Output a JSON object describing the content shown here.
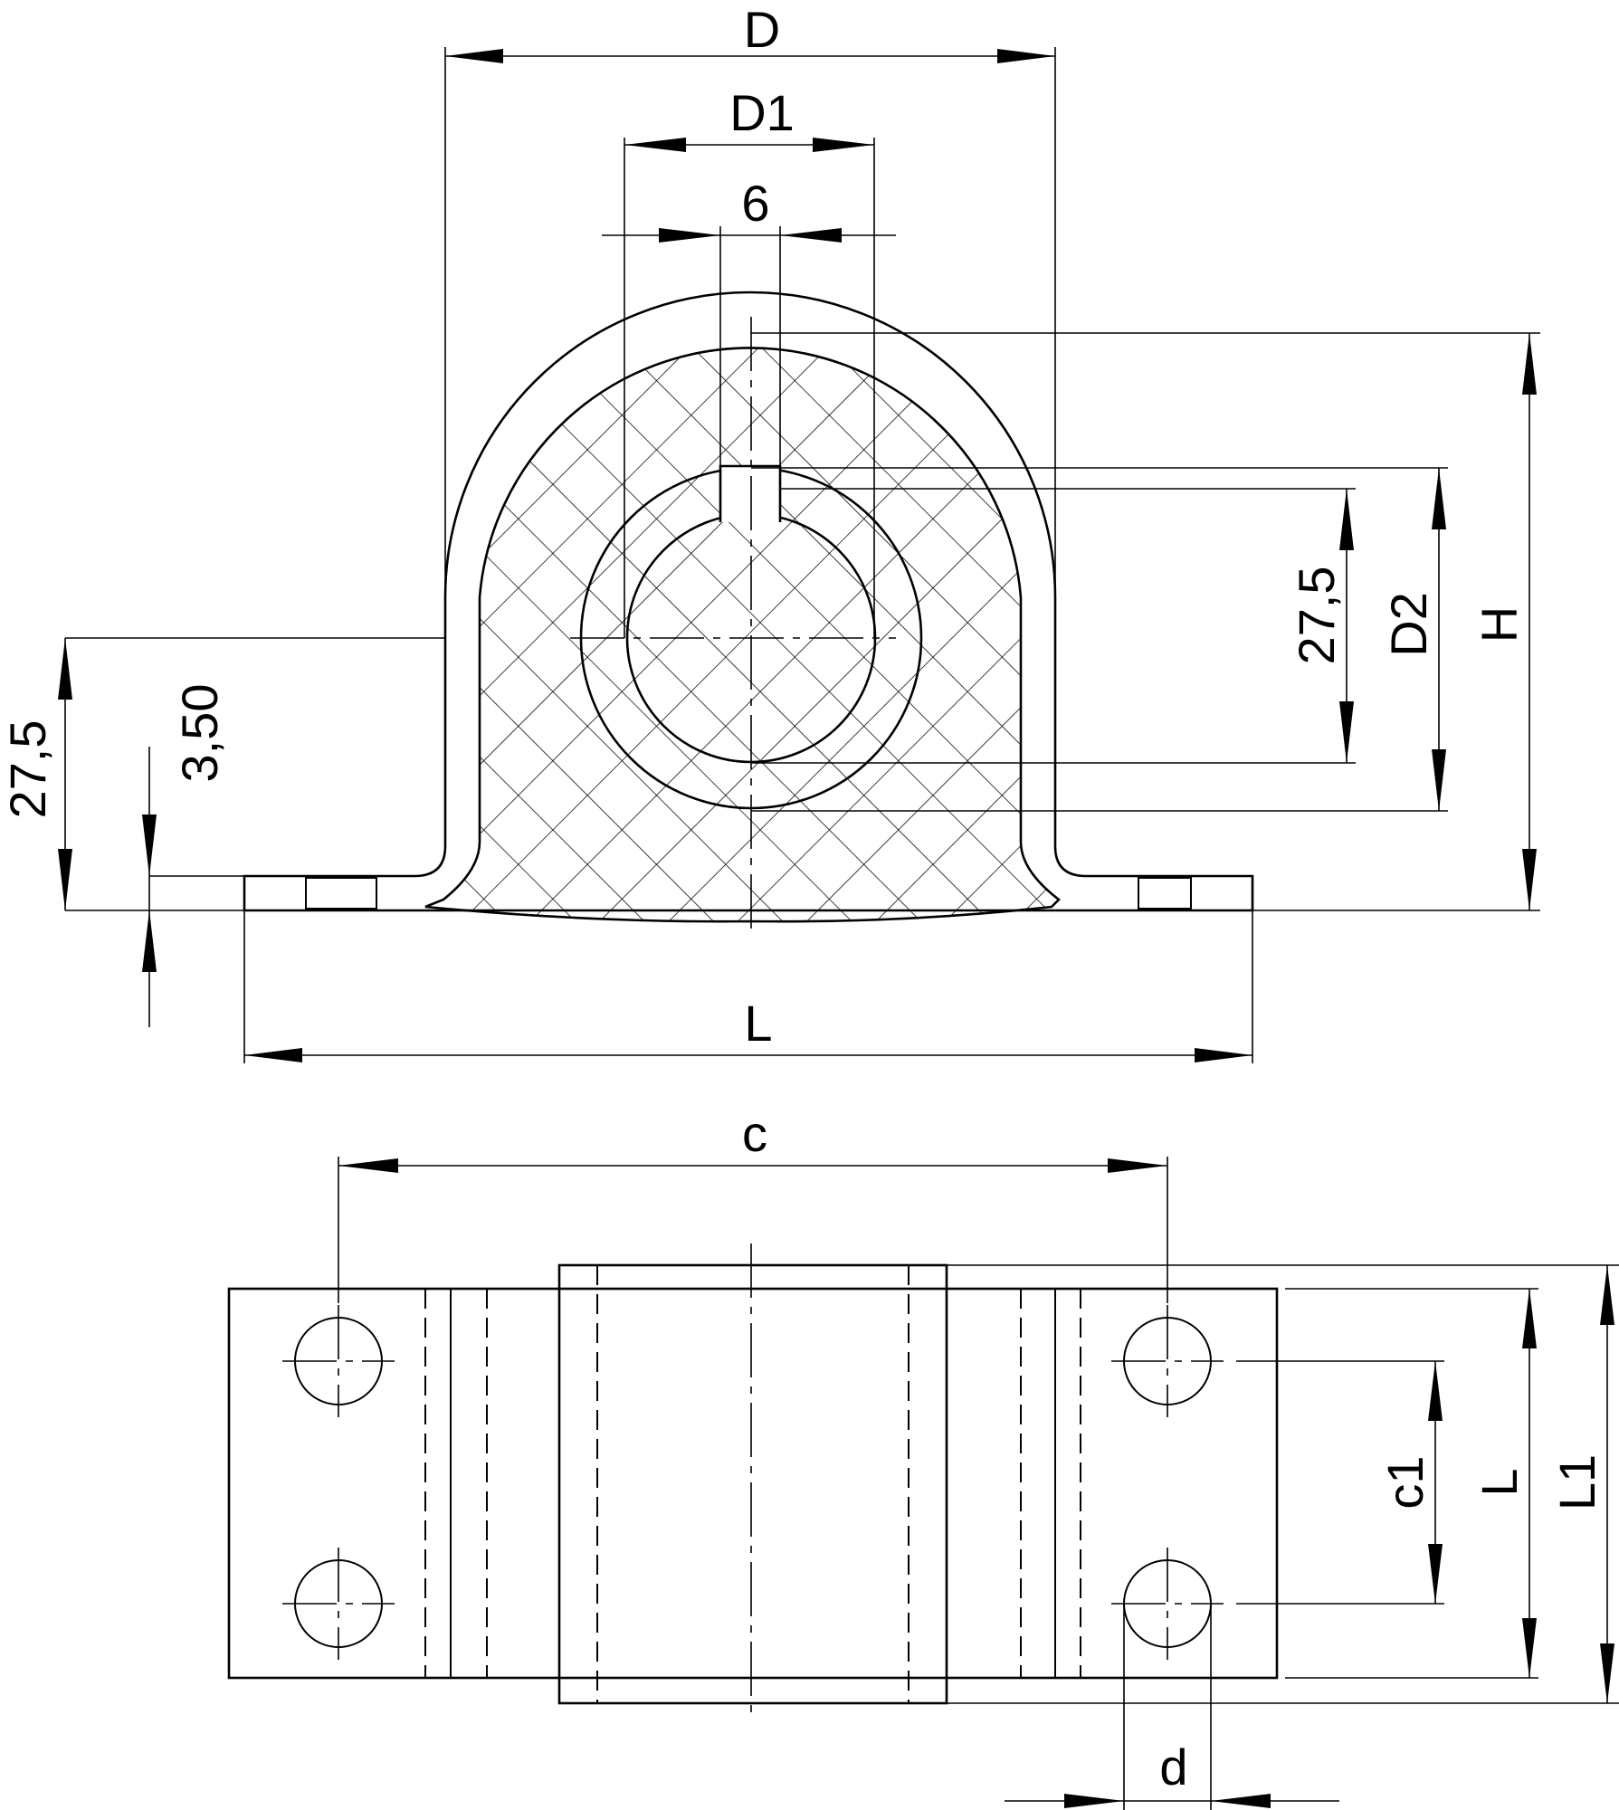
{
  "dimensions": {
    "d_outer": "D",
    "d_inner": "D1",
    "keyway": "6",
    "height_center": "27,5",
    "wall": "3,50",
    "bore_offset": "27,5",
    "d_bushing": "D2",
    "height": "H",
    "length": "L",
    "hole_spacing": "c",
    "hole_spacing_cross": "c1",
    "width": "L",
    "width_total": "L1",
    "hole_dia": "d"
  }
}
